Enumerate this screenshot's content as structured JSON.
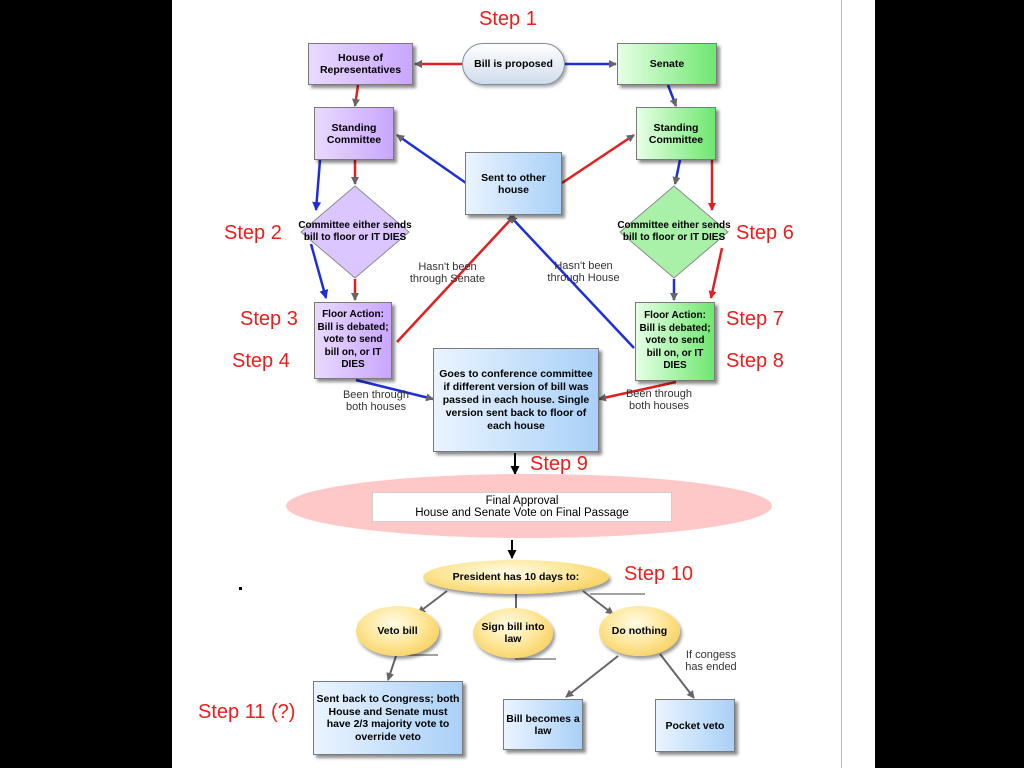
{
  "steps": {
    "s1": "Step 1",
    "s2": "Step 2",
    "s3": "Step 3",
    "s4": "Step 4",
    "s6": "Step 6",
    "s7": "Step 7",
    "s8": "Step 8",
    "s9": "Step 9",
    "s10": "Step 10",
    "s11": "Step 11 (?)"
  },
  "nodes": {
    "bill_proposed": "Bill is proposed",
    "house": "House of Representatives",
    "senate": "Senate",
    "house_committee": "Standing Committee",
    "senate_committee": "Standing Committee",
    "sent_other": "Sent to other house",
    "house_decision": "Committee either sends bill to floor or IT DIES",
    "senate_decision": "Committee either sends bill to floor or IT DIES",
    "house_floor": "Floor Action: Bill is debated; vote to send bill on, or IT DIES",
    "senate_floor": "Floor Action: Bill is debated; vote to send bill on, or IT DIES",
    "conference": "Goes to conference committee if different version of bill was passed in each house. Single version sent back to floor of each house",
    "final_line1": "Final Approval",
    "final_line2": "House and Senate Vote on Final Passage",
    "president": "President has 10 days to:",
    "veto": "Veto bill",
    "sign": "Sign bill into law",
    "nothing": "Do nothing",
    "override": "Sent back to Congress; both House and Senate must have 2/3 majority vote to override veto",
    "becomes_law": "Bill becomes a law",
    "pocket_veto": "Pocket veto"
  },
  "labels": {
    "not_senate": "Hasn't been through Senate",
    "not_house": "Hasn't been through House",
    "both_left": "Been through both houses",
    "both_right": "Been through both houses",
    "congress_ended": "If congess has ended"
  },
  "colors": {
    "house_arrow": "#e02020",
    "senate_arrow": "#1f2fd6",
    "step_text": "#ee1c1c",
    "purple_box": "#c9a6ff",
    "green_box": "#6fe76f",
    "blue_box": "#a9d0f7",
    "final_oval": "#ffc8c8",
    "president_ellipse": "#f6c23a"
  }
}
